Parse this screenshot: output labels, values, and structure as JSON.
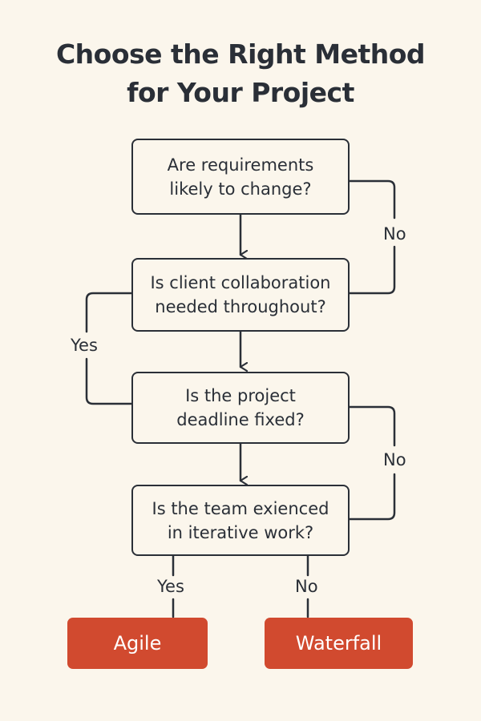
{
  "title": {
    "line1": "Choose the Right Method",
    "line2": "for Your Project"
  },
  "nodes": [
    {
      "id": "q1",
      "lines": [
        "Are requirements",
        "likely to change?"
      ]
    },
    {
      "id": "q2",
      "lines": [
        "Is client collaboration",
        "needed throughout?"
      ]
    },
    {
      "id": "q3",
      "lines": [
        "Is the project",
        "deadline fixed?"
      ]
    },
    {
      "id": "q4",
      "lines": [
        "Is the team exienced",
        "in iterative work?"
      ]
    }
  ],
  "outcomes": {
    "agile": "Agile",
    "waterfall": "Waterfall"
  },
  "edge_labels": {
    "q1_no": "No",
    "q2_yes": "Yes",
    "q3_no": "No",
    "q4_yes": "Yes",
    "q4_no": "No"
  },
  "colors": {
    "background": "#fbf6ec",
    "ink": "#2a2f37",
    "outcome_fill": "#d14a2f",
    "outcome_text": "#ffffff"
  }
}
